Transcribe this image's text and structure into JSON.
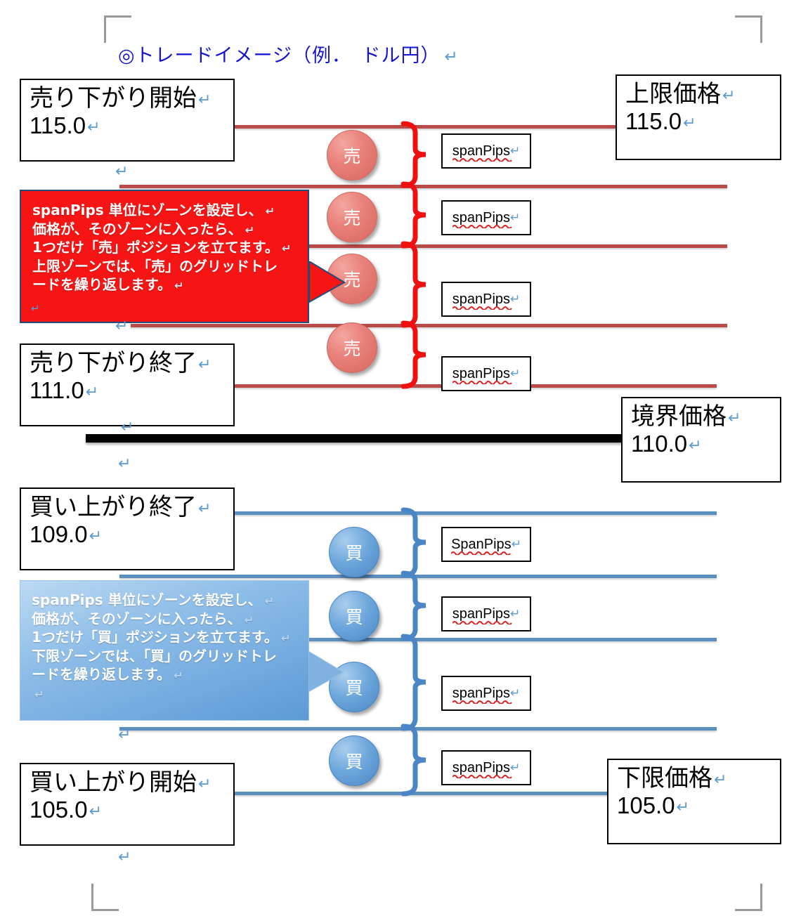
{
  "document": {
    "title": "◎トレードイメージ（例．　ドル円）",
    "return_mark": "↵",
    "colors": {
      "title": "#1414d2",
      "sell_line": "#b94a48",
      "buy_line": "#5b8fc0",
      "boundary_line": "#000000",
      "sell_circle": "#e8817a",
      "buy_circle": "#6fa8dc",
      "sell_callout": "#f71414",
      "buy_callout": "#8dbde8",
      "return_mark": "#5b9bd5"
    }
  },
  "boxes": {
    "sell_start": {
      "label": "売り下がり開始",
      "value": "115.0"
    },
    "upper_limit": {
      "label": "上限価格",
      "value": "115.0"
    },
    "sell_end": {
      "label": "売り下がり終了",
      "value": "111.0"
    },
    "boundary": {
      "label": "境界価格",
      "value": "110.0"
    },
    "buy_end": {
      "label": "買い上がり終了",
      "value": "109.0"
    },
    "buy_start": {
      "label": "買い上がり開始",
      "value": "105.0"
    },
    "lower_limit": {
      "label": "下限価格",
      "value": "105.0"
    }
  },
  "circles": {
    "sell": "売",
    "buy": "買"
  },
  "span_tags": {
    "sell": [
      "spanPips",
      "spanPips",
      "spanPips",
      "spanPips"
    ],
    "buy": [
      "SpanPips",
      "spanPips",
      "spanPips",
      "spanPips"
    ]
  },
  "callouts": {
    "sell": {
      "lines": [
        "spanPips 単位にゾーンを設定し、",
        "価格が、そのゾーンに入ったら、",
        "1つだけ「売」ポジションを立てます。",
        "上限ゾーンでは、「売」のグリッドトレ",
        "ードを繰り返します。"
      ]
    },
    "buy": {
      "lines": [
        "spanPips 単位にゾーンを設定し、",
        "価格が、そのゾーンに入ったら、",
        "1つだけ「買」ポジションを立てます。",
        "下限ゾーンでは、「買」のグリッドトレ",
        "ードを繰り返します。"
      ]
    }
  },
  "chart_data": {
    "type": "diagram",
    "title": "◎トレードイメージ（例．　ドル円）",
    "upper_limit": 115.0,
    "sell_range_start": 115.0,
    "sell_range_end": 111.0,
    "boundary": 110.0,
    "buy_range_end": 109.0,
    "buy_range_start": 105.0,
    "lower_limit": 105.0,
    "sell_zone_count": 4,
    "buy_zone_count": 4,
    "zone_unit": "spanPips"
  }
}
